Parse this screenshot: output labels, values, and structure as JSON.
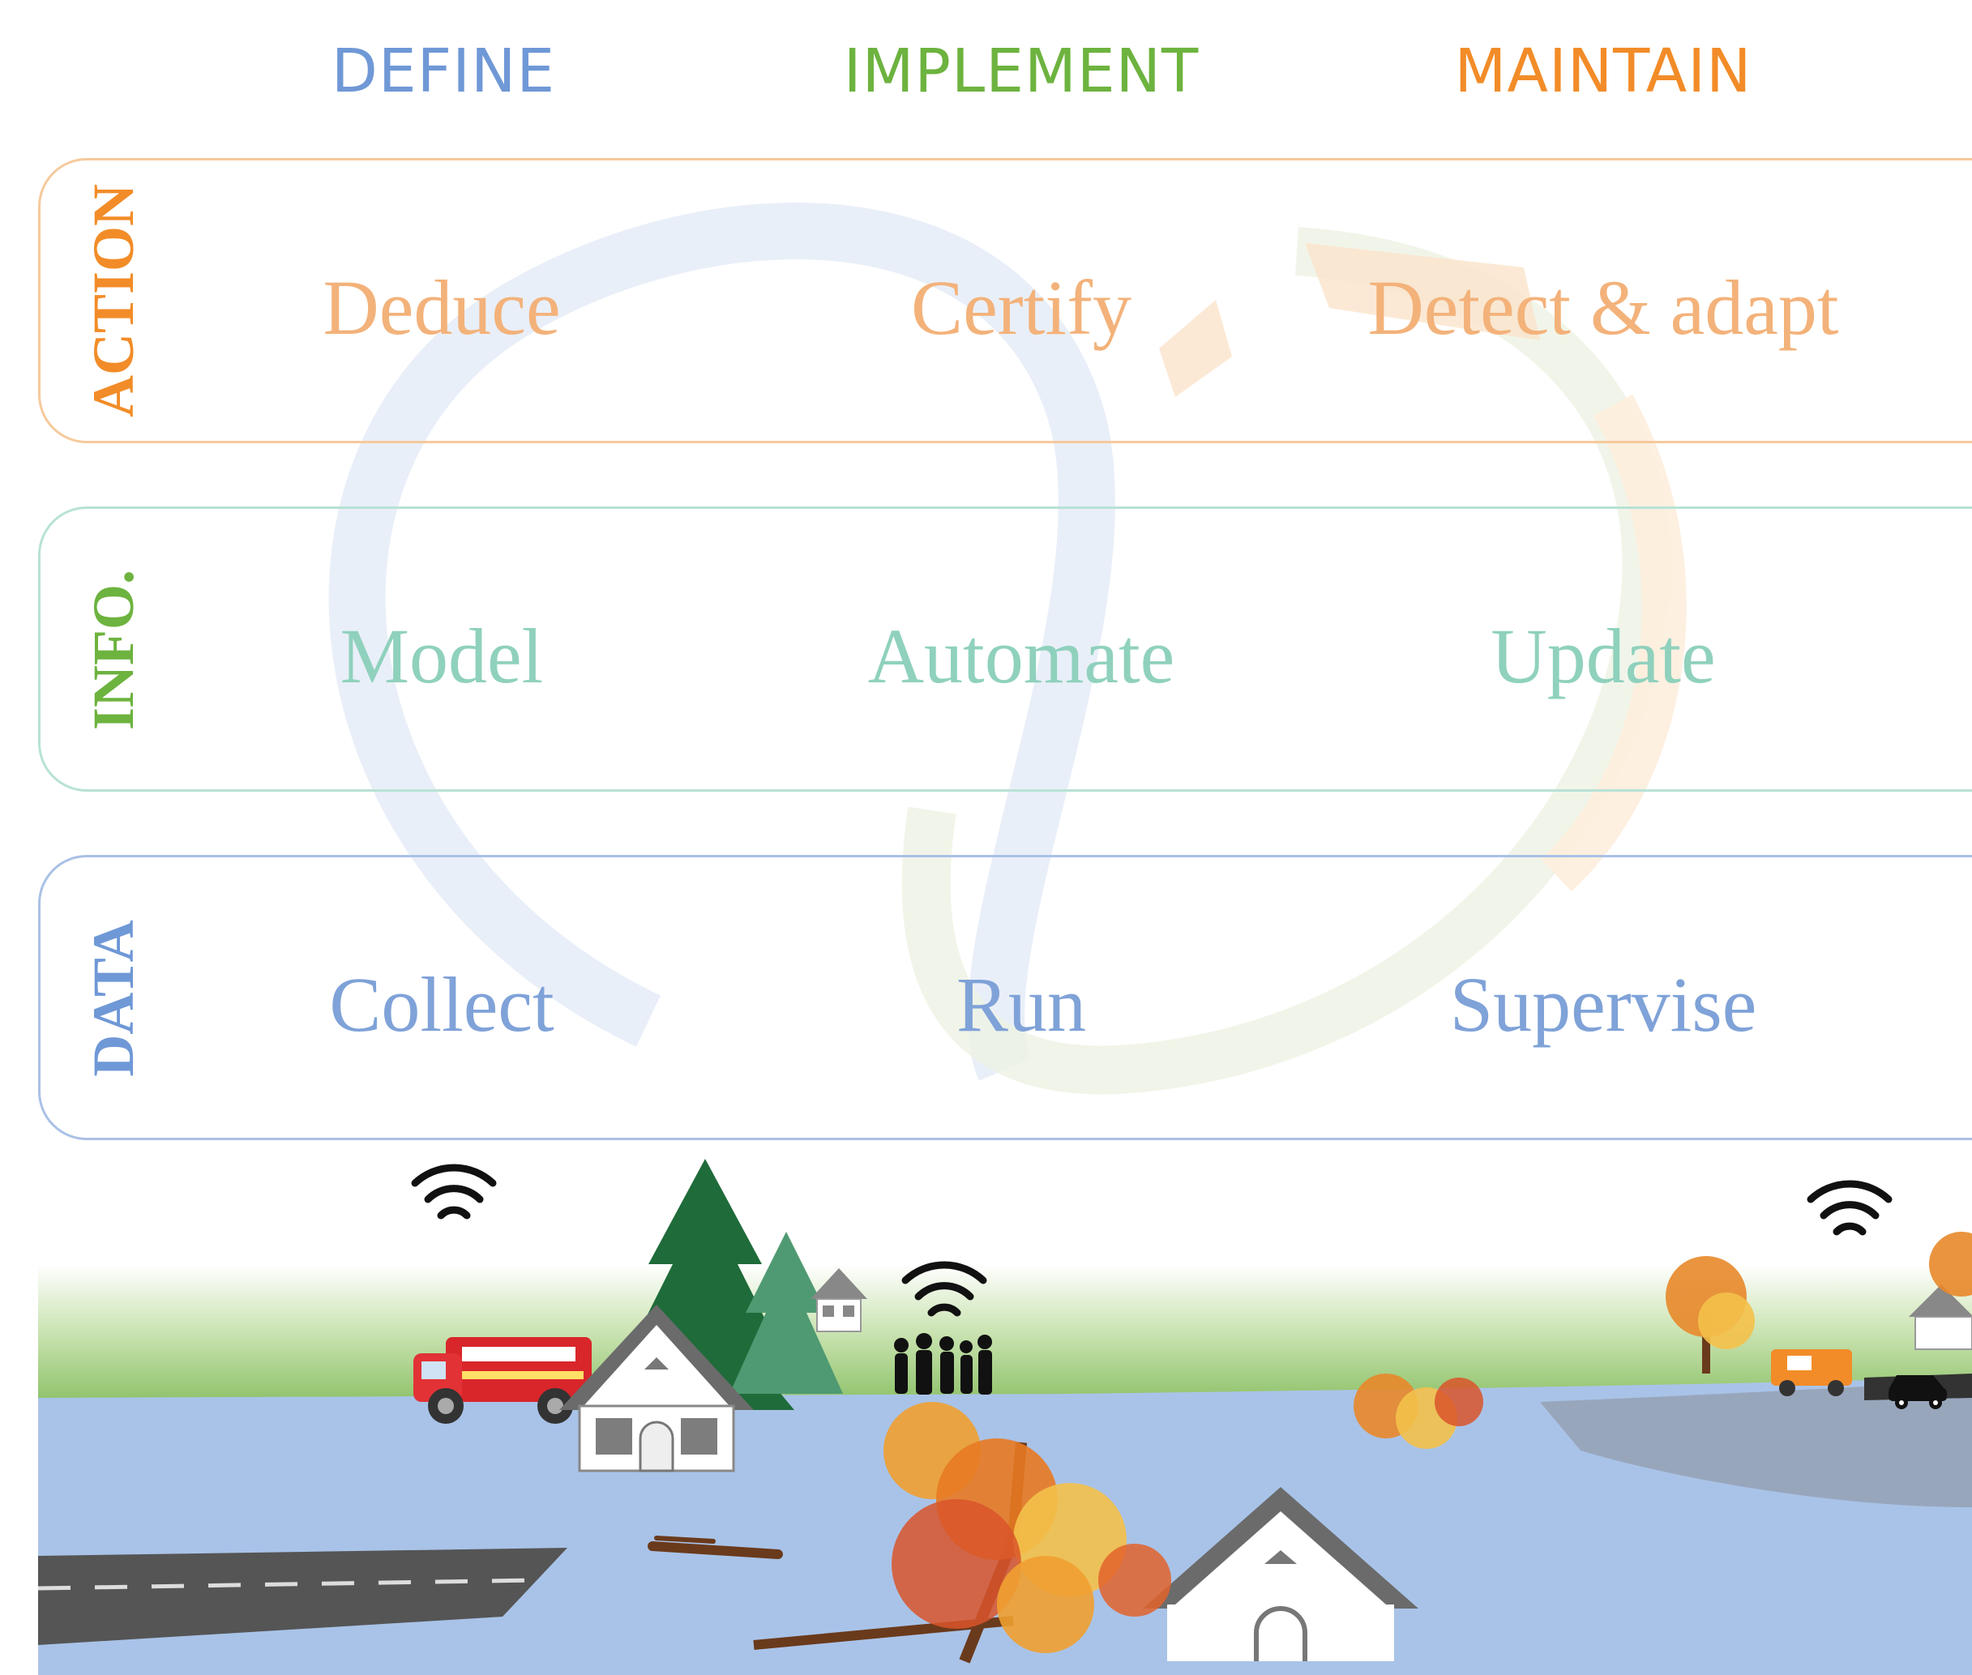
{
  "columns": {
    "define": "DEFINE",
    "implement": "IMPLEMENT",
    "maintain": "MAINTAIN"
  },
  "rows": {
    "action": {
      "label": "ACTION",
      "define": "Deduce",
      "implement": "Certify",
      "maintain": "Detect & adapt"
    },
    "info": {
      "label": "INFO.",
      "define": "Model",
      "implement": "Automate",
      "maintain": "Update"
    },
    "data": {
      "label": "DATA",
      "define": "Collect",
      "implement": "Run",
      "maintain": "Supervise"
    }
  },
  "colors": {
    "define": "#6f98d6",
    "implement": "#6db33f",
    "maintain": "#f28c28",
    "action_text": "#f3b27a",
    "info_text": "#8fd1bd",
    "data_text": "#7fa2d8",
    "action_border": "#f6c99c",
    "info_border": "#b8e2d5",
    "data_border": "#a9c1e6",
    "flood_water": "#a9c3e8",
    "grass": "#9ccc7a"
  },
  "icons": [
    "wifi-icon",
    "fire-truck-icon",
    "house-icon",
    "pine-tree-icon",
    "people-icon",
    "autumn-tree-icon",
    "car-icon",
    "van-icon"
  ]
}
